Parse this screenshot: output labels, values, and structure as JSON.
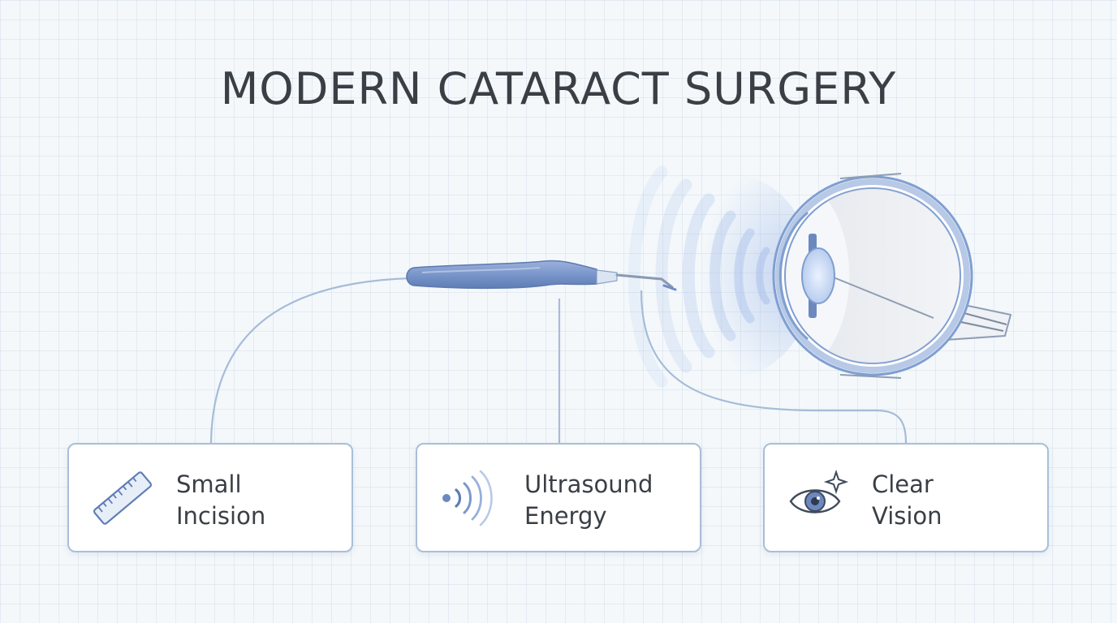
{
  "title": "MODERN CATARACT SURGERY",
  "cards": [
    {
      "line1": "Small",
      "line2": "Incision",
      "icon": "ruler-icon"
    },
    {
      "line1": "Ultrasound",
      "line2": "Energy",
      "icon": "ultrasound-waves-icon"
    },
    {
      "line1": "Clear",
      "line2": "Vision",
      "icon": "eye-sparkle-icon"
    }
  ],
  "colors": {
    "title_text": "#3a3f45",
    "accent_blue": "#7f9fd0",
    "card_border": "#a9bfd8",
    "connector": "#a6bcd8"
  }
}
